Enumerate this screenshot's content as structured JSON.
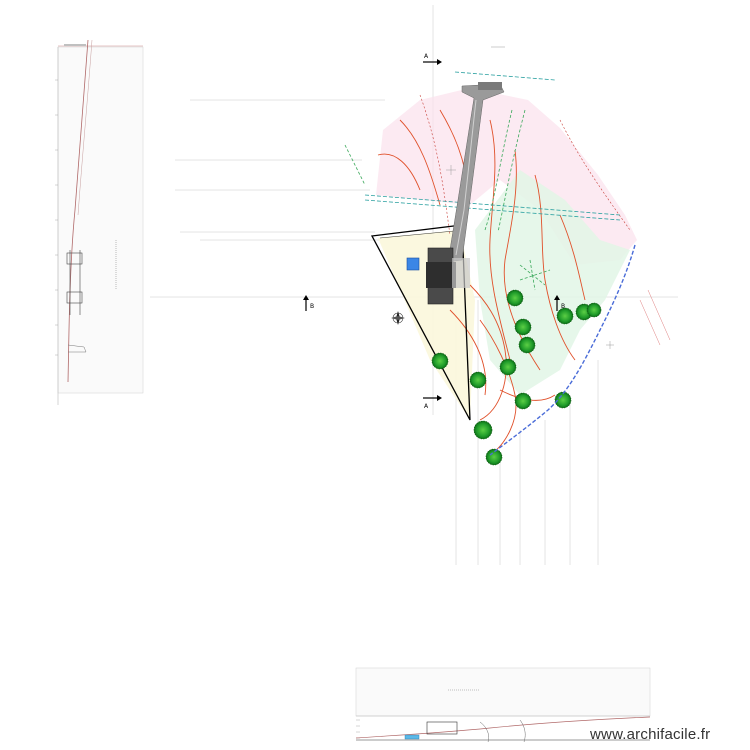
{
  "watermark": "www.archifacile.fr",
  "section_labels": {
    "a_top": "A",
    "a_bottom": "A",
    "b_left": "B",
    "b_right": "B"
  },
  "colors": {
    "parcel_outline": "#000000",
    "zone_pink": "#fbe3ee",
    "zone_green": "#e2f6e6",
    "zone_yellow": "#fbf7dc",
    "contour_orange": "#e0502a",
    "contour_red": "#c8403a",
    "contour_green": "#3aa85a",
    "tree_green": "#1f9b2a",
    "blue_dash": "#4a6cd8",
    "road_grey": "#9a9a9a",
    "house_dark": "#3a3a3a",
    "pool_blue": "#3b86e6"
  },
  "icons": [
    "compass-icon",
    "tree-icon"
  ]
}
